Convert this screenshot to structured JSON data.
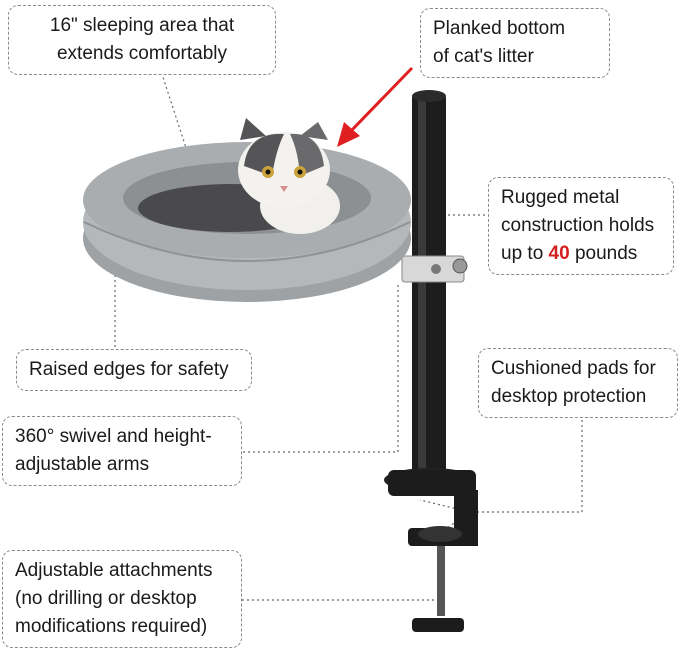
{
  "callouts": {
    "sleeping_area": {
      "line1": "16\" sleeping area that",
      "line2": "extends comfortably"
    },
    "planked_bottom": {
      "line1": "Planked bottom",
      "line2": "of cat's litter"
    },
    "metal": {
      "line1": "Rugged metal",
      "line2": "construction holds",
      "line3_prefix": "up to ",
      "line3_number": "40",
      "line3_suffix": " pounds"
    },
    "edges": {
      "line1": "Raised edges for safety"
    },
    "pads": {
      "line1": "Cushioned pads for",
      "line2": "desktop protection"
    },
    "swivel": {
      "line1": "360° swivel and height-",
      "line2": "adjustable arms"
    },
    "attachments": {
      "line1": "Adjustable attachments",
      "line2": "(no drilling or desktop",
      "line3": "modifications required)"
    }
  },
  "colors": {
    "highlight": "#d42020",
    "arrow": "#e02020",
    "pole": "#1b1b1b",
    "bed": "#a9adb0"
  }
}
